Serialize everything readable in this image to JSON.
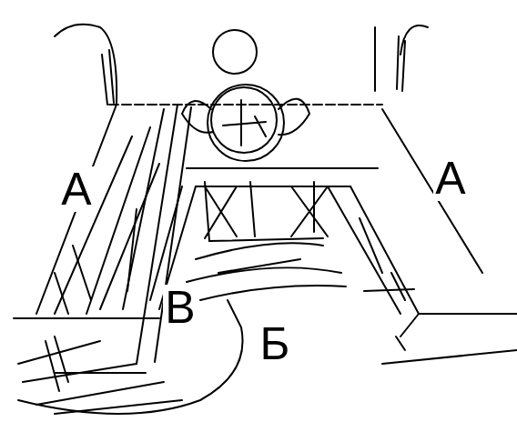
{
  "diagram": {
    "labels": [
      "A",
      "A",
      "B",
      "Б"
    ]
  }
}
